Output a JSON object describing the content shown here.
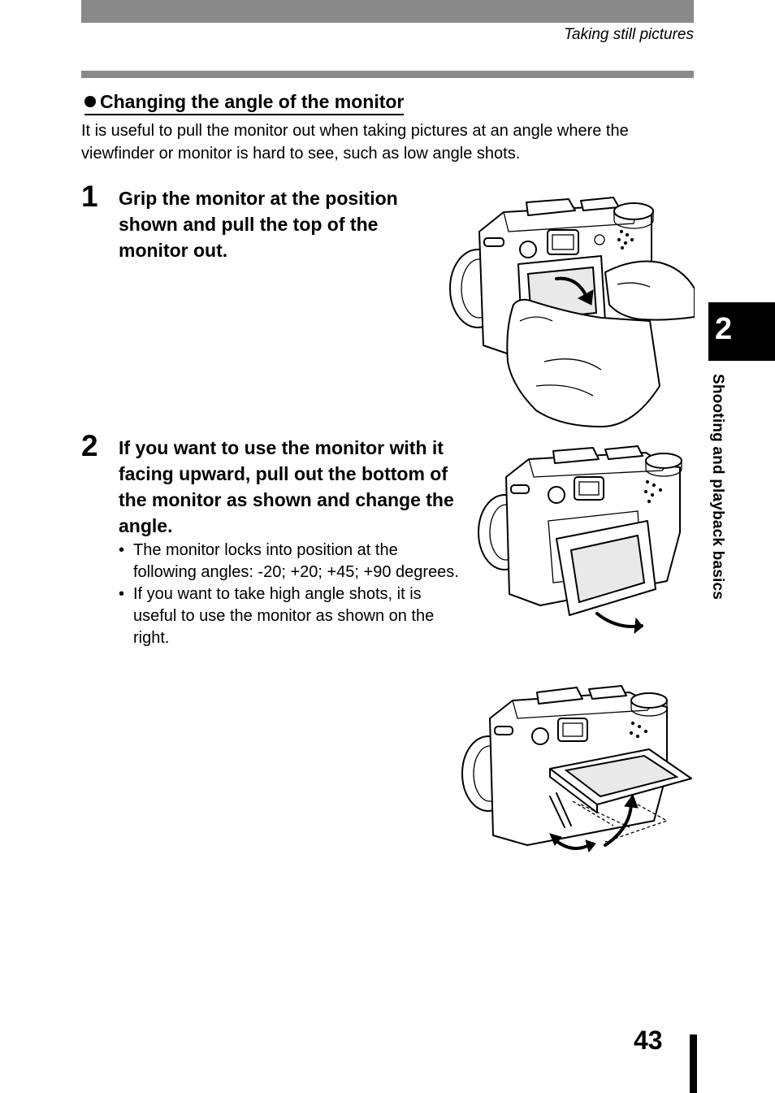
{
  "header": {
    "running_title": "Taking still pictures"
  },
  "section": {
    "heading": "Changing the angle of the monitor",
    "intro": "It is useful to pull the monitor out when taking pictures at an angle where the viewfinder or monitor is hard to see, such as low angle shots."
  },
  "steps": [
    {
      "number": "1",
      "text": "Grip the monitor at the position shown and pull the top of the monitor out."
    },
    {
      "number": "2",
      "text": "If you want to use the monitor with it facing upward, pull out the bottom of the monitor as shown and change the angle.",
      "bullets": [
        "The monitor locks into position at the following angles: -20; +20; +45; +90 degrees.",
        "If you want to take high angle shots, it is useful to use the monitor as shown on the right."
      ]
    }
  ],
  "side_tab": {
    "chapter_number": "2",
    "chapter_title": "Shooting and playback basics"
  },
  "footer": {
    "page_number": "43"
  },
  "bullet_glyph": "•",
  "colors": {
    "header_bar": "#8a8a8a",
    "side_tab": "#000000"
  },
  "illustrations": [
    "camera-monitor-pull-top-illustration",
    "camera-monitor-tilt-bottom-illustration",
    "camera-monitor-high-angle-illustration"
  ]
}
